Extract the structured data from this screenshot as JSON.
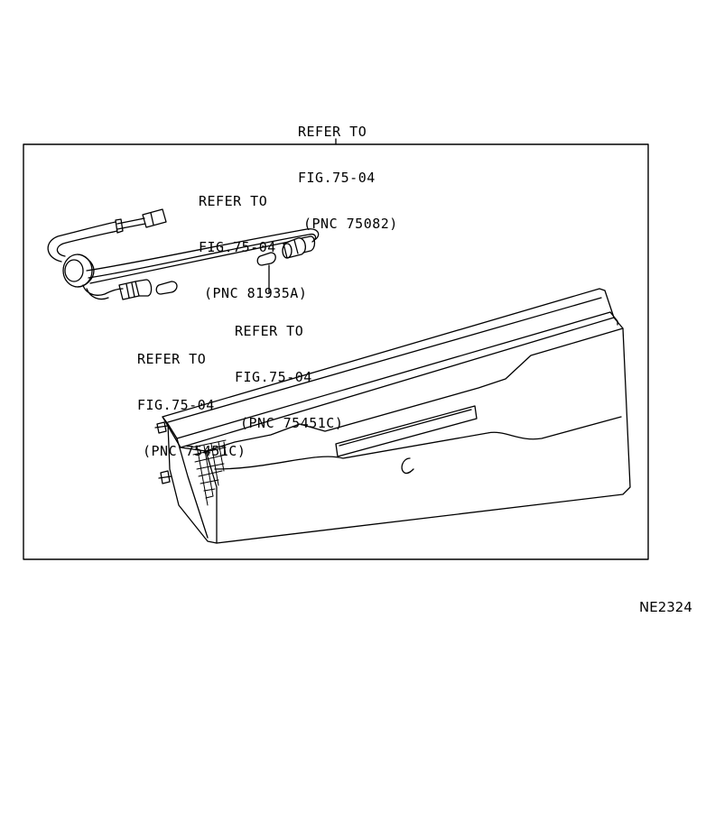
{
  "callouts": {
    "top": {
      "line1": "REFER TO",
      "line2": "FIG.75-04",
      "line3": "(PNC 75082)"
    },
    "wire_harness": {
      "line1": "REFER TO",
      "line2": "FIG.75-04",
      "line3": "(PNC 81935A)"
    },
    "bulb_right": {
      "line1": "REFER TO",
      "line2": "FIG.75-04",
      "line3": "(PNC 75451C)"
    },
    "bulb_left": {
      "line1": "REFER TO",
      "line2": "FIG.75-04",
      "line3": "(PNC 75451C)"
    }
  },
  "figure_id": "NE2324"
}
